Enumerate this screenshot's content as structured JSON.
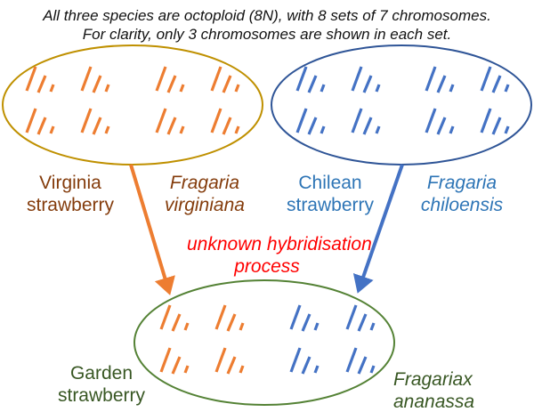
{
  "note": {
    "line1": "All three species are octoploid (8N), with 8 sets of 7 chromosomes.",
    "line2": "For clarity, only 3 chromosomes are shown in each set."
  },
  "colors": {
    "virginia": "#ED7D31",
    "virginia_ellipse": "#BF9000",
    "virginia_text": "#843C0C",
    "chilean": "#4472C4",
    "chilean_ellipse": "#2F5597",
    "chilean_text": "#2E75B6",
    "garden_ellipse": "#548235",
    "garden_text": "#385723",
    "process": "#FF0000"
  },
  "parents": [
    {
      "common_name": [
        "Virginia",
        "strawberry"
      ],
      "latin_name": [
        "Fragaria",
        "virginiana"
      ],
      "chromosome_sets": 8
    },
    {
      "common_name": [
        "Chilean",
        "strawberry"
      ],
      "latin_name": [
        "Fragaria",
        "chiloensis"
      ],
      "chromosome_sets": 8
    }
  ],
  "process": [
    "unknown hybridisation",
    "process"
  ],
  "hybrid": {
    "common_name": [
      "Garden",
      "strawberry"
    ],
    "latin_name": [
      "Fragariax",
      "ananassa"
    ],
    "sets_from_virginia": 4,
    "sets_from_chilean": 4
  }
}
